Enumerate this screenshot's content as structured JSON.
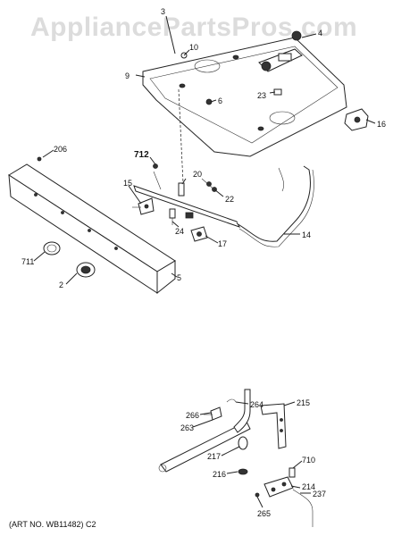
{
  "watermark": "AppliancePartsPros.com",
  "art_number": "(ART NO. WB11482) C2",
  "callouts": [
    "3",
    "4",
    "9",
    "10",
    "6",
    "23",
    "16",
    "206",
    "712",
    "20",
    "15",
    "22",
    "24",
    "17",
    "14",
    "711",
    "2",
    "5",
    "264",
    "266",
    "263",
    "215",
    "217",
    "710",
    "216",
    "214",
    "237",
    "265"
  ]
}
